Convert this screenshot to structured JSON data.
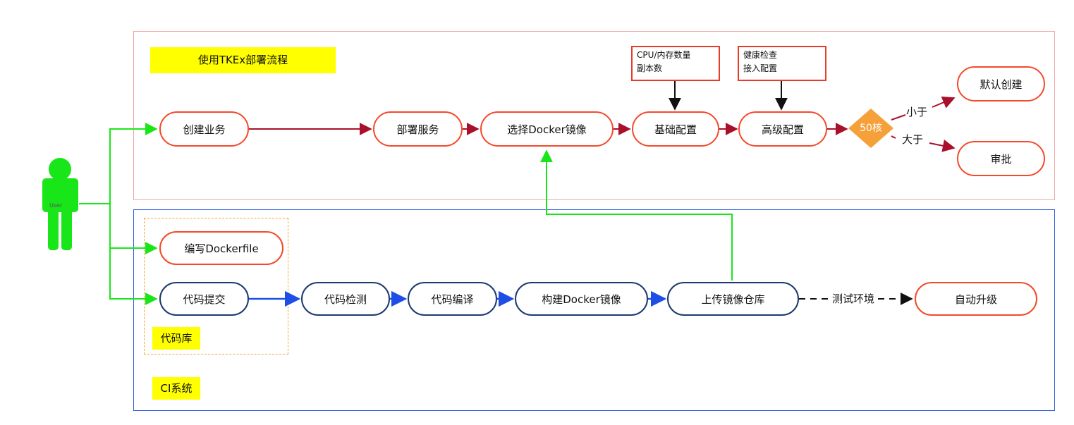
{
  "diagram": {
    "sections": {
      "tkex_title": "使用TKEx部署流程",
      "repo_title": "代码库",
      "ci_title": "CI系统"
    },
    "actor": {
      "label": "User"
    },
    "nodes": {
      "create_business": "创建业务",
      "deploy_service": "部署服务",
      "select_image": "选择Docker镜像",
      "basic_config": "基础配置",
      "advanced_config": "高级配置",
      "default_create": "默认创建",
      "approval": "审批",
      "write_dockerfile": "编写Dockerfile",
      "code_commit": "代码提交",
      "code_check": "代码检测",
      "code_compile": "代码编译",
      "build_image": "构建Docker镜像",
      "upload_repo": "上传镜像仓库",
      "auto_upgrade": "自动升级"
    },
    "notes": {
      "basic_config_note": [
        "CPU/内存数量",
        "副本数"
      ],
      "advanced_config_note": [
        "健康检查",
        "接入配置"
      ]
    },
    "decision": {
      "label": "50核",
      "less_than": "小于",
      "greater_than": "大于"
    },
    "edges": {
      "test_env": "测试环境"
    },
    "colors": {
      "flow_red": "#a8102c",
      "flow_blue": "#1d4fe6",
      "actor_green": "#19e619",
      "node_red_border": "#f4492b",
      "node_navy_border": "#1d3a6e",
      "decision_fill": "#f6a03a",
      "label_yellow": "#ffff00"
    }
  }
}
